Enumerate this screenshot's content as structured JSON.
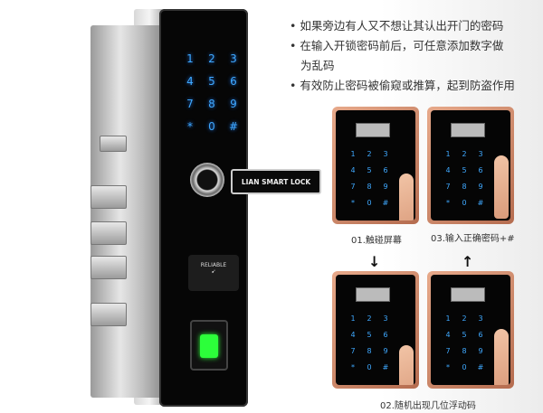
{
  "product": {
    "brand_on_handle": "LIAN SMART LOCK",
    "reader_label": "RELIABLE",
    "keypad": [
      "1",
      "2",
      "3",
      "4",
      "5",
      "6",
      "7",
      "8",
      "9",
      "*",
      "0",
      "#"
    ],
    "accent_color": "#3fa9ff"
  },
  "features": [
    "• 如果旁边有人又不想让其认出开门的密码",
    "• 在输入开锁密码前后，可任意添加数字做",
    "为乱码",
    "• 有效防止密码被偷窥或推算，起到防盗作用"
  ],
  "steps": {
    "step1": "01.触碰屏幕",
    "step2": "02.随机出现几位浮动码",
    "step3": "03.输入正确密码+#",
    "arrow_down": "↓",
    "arrow_up": "↑"
  }
}
